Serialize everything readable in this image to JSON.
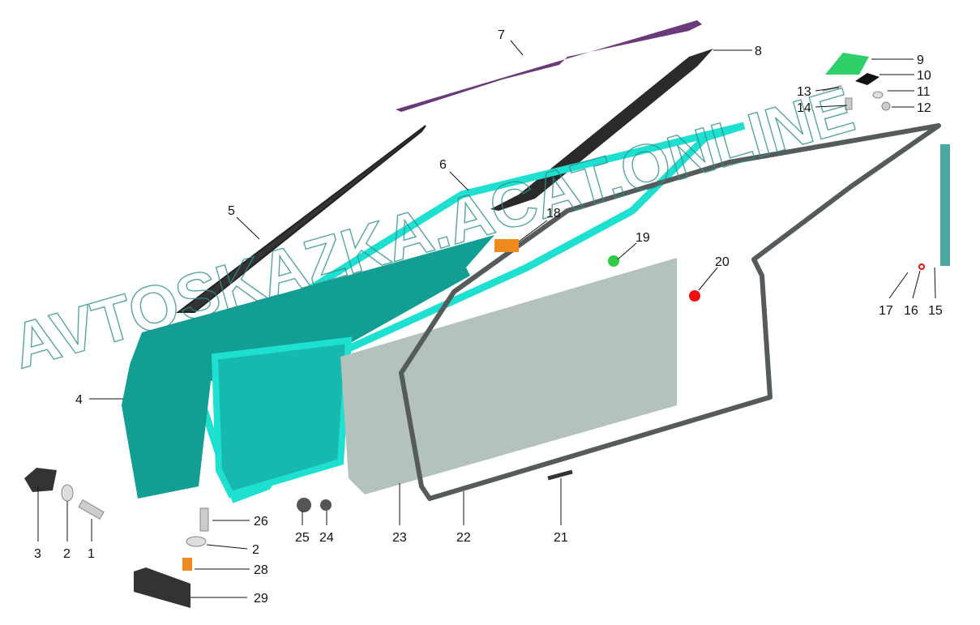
{
  "watermark": "AVTOSKAZKA.ACAT.ONLINE",
  "callouts": {
    "c1": "1",
    "c2a": "2",
    "c2b": "2",
    "c3": "3",
    "c4": "4",
    "c5": "5",
    "c6": "6",
    "c7": "7",
    "c8": "8",
    "c9": "9",
    "c10": "10",
    "c11": "11",
    "c12": "12",
    "c13": "13",
    "c14": "14",
    "c15": "15",
    "c16": "16",
    "c17": "17",
    "c18": "18",
    "c19": "19",
    "c20": "20",
    "c21": "21",
    "c22": "22",
    "c23": "23",
    "c24": "24",
    "c25": "25",
    "c26": "26",
    "c28": "28",
    "c29": "29"
  },
  "colors": {
    "teal": "#139e94",
    "cyan": "#1ee0d0",
    "purple": "#6a3a78",
    "seal": "#555a5a",
    "trim": "#b4c2bc",
    "orange": "#f08a1c",
    "green": "#2ecc40",
    "red": "#ee1111"
  }
}
